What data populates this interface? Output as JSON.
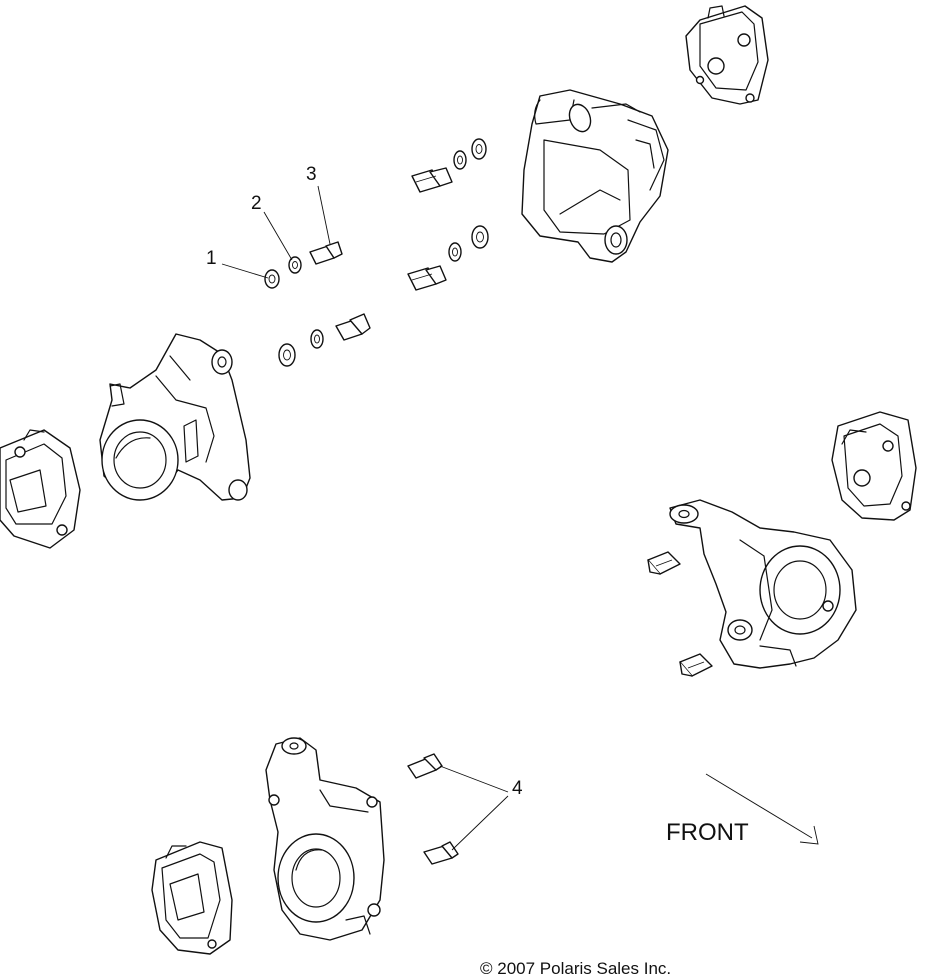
{
  "callouts": [
    "1",
    "2",
    "3",
    "4"
  ],
  "direction_label": "FRONT",
  "copyright": "© 2007 Polaris Sales Inc.",
  "colors": {
    "line": "#111111",
    "background": "#ffffff"
  }
}
